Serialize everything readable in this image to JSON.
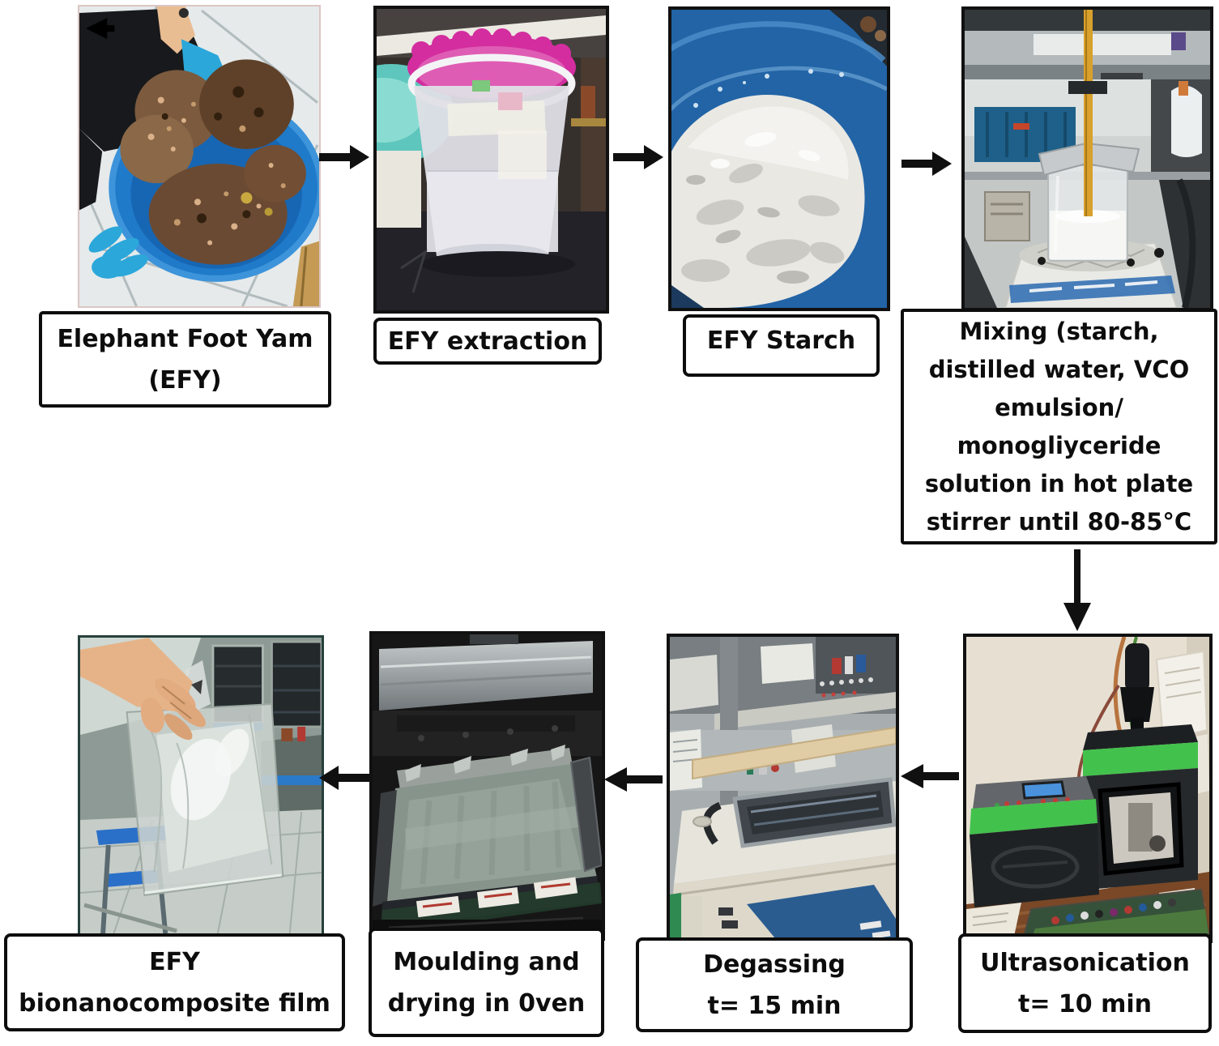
{
  "figure": {
    "type": "process-flow-diagram",
    "subject": "Preparation of EFY bionanocomposite film",
    "steps": [
      {
        "id": "step-1",
        "photo": "elephant-foot-yam-tubers-in-blue-bowl",
        "label_lines": [
          "Elephant Foot Yam",
          "(EFY)"
        ]
      },
      {
        "id": "step-2",
        "photo": "plastic-bucket-with-pink-lid",
        "label_lines": [
          "EFY extraction"
        ]
      },
      {
        "id": "step-3",
        "photo": "white-starch-powder-in-blue-bowl",
        "label_lines": [
          "EFY Starch"
        ]
      },
      {
        "id": "step-4",
        "photo": "beaker-on-hot-plate-stirrer",
        "label_lines": [
          "Mixing (starch,",
          "distilled water, VCO",
          "emulsion/",
          "monogliyceride",
          "solution in hot plate",
          "stirrer until 80-85°C"
        ]
      },
      {
        "id": "step-5",
        "photo": "ultrasonication-probe-devices-on-desk",
        "label_lines": [
          "Ultrasonication",
          "t= 10 min"
        ]
      },
      {
        "id": "step-6",
        "photo": "ultrasonic-bath-on-lab-bench",
        "label_lines": [
          "Degassing",
          "t= 15 min"
        ]
      },
      {
        "id": "step-7",
        "photo": "moulds-drying-inside-oven",
        "label_lines": [
          "Moulding and",
          "drying in 0ven"
        ]
      },
      {
        "id": "step-8",
        "photo": "hand-holding-transparent-film",
        "label_lines": [
          "EFY",
          "bionanocomposite film"
        ]
      }
    ],
    "colors": {
      "background": "#ffffff",
      "box_border": "#0d0d0d",
      "arrow": "#101010"
    }
  }
}
